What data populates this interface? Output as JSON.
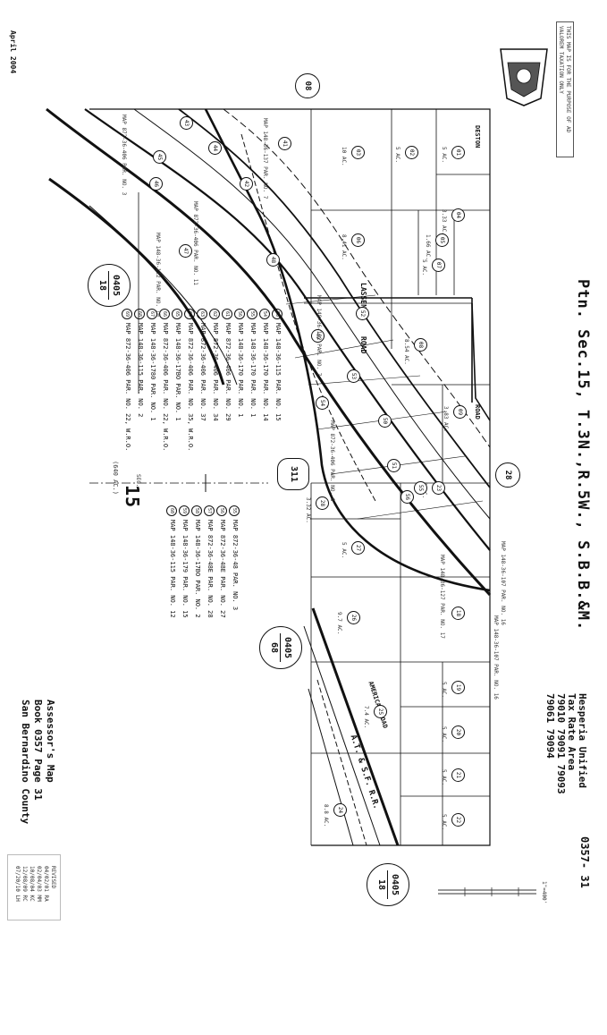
{
  "header": {
    "date": "April 2004",
    "section": "Ptn. Sec.15, T.3N.,R.5W., S.B.B.&M.",
    "district": "Hesperia Unified",
    "tax_rate_area_label": "Tax Rate Area",
    "tax_rate_areas_1": "79010 79091 79093",
    "tax_rate_areas_2": "79061 79094",
    "page_id": "0357- 31",
    "disclaimer": "THIS MAP IS FOR THE PURPOSE OF AD VALOREM TAXATION ONLY"
  },
  "footer": {
    "line1": "Assessor's Map",
    "line2": "Book 0357 Page 31",
    "line3": "San Bernardino County",
    "revised_title": "REVISED",
    "revisions": [
      "04/02/01 RA",
      "02/04/03 MM",
      "10/08/04 KC",
      "12/08/09 RC",
      "07/20/10 LH"
    ],
    "scale": "1\"=400'"
  },
  "books": [
    {
      "top": "0405",
      "bottom": "18",
      "pos": "left"
    },
    {
      "top": "0405",
      "bottom": "68",
      "pos": "middle"
    },
    {
      "top": "0405",
      "bottom": "18",
      "pos": "right"
    }
  ],
  "road_numbers": {
    "a": "08",
    "b": "28",
    "c": "311"
  },
  "streets": {
    "lassen": "LASSEN",
    "road": "ROAD",
    "deston": "DESTON",
    "road2": "ROAD",
    "highway": "AMERICAN ROAD",
    "rail": "A.T. & S.F. R.R."
  },
  "section_mark": {
    "label": "SEC.",
    "num": "15",
    "acreage": "(640 AC.)"
  },
  "parcels": [
    {
      "n": "01",
      "ac": "5 AC."
    },
    {
      "n": "02",
      "ac": "5 AC."
    },
    {
      "n": "03",
      "ac": "10 AC."
    },
    {
      "n": "04",
      "ac": "3.33 AC."
    },
    {
      "n": "05",
      "ac": "1.66 AC."
    },
    {
      "n": "06",
      "ac": "8.41 AC."
    },
    {
      "n": "07",
      "ac": "5 AC."
    },
    {
      "n": "08",
      "ac": "8.54 AC."
    },
    {
      "n": "09",
      "ac": "3.83 AC."
    },
    {
      "n": "18",
      "ac": ""
    },
    {
      "n": "19",
      "ac": "5 AC."
    },
    {
      "n": "20",
      "ac": "5 AC."
    },
    {
      "n": "21",
      "ac": "5 AC."
    },
    {
      "n": "22",
      "ac": "5 AC."
    },
    {
      "n": "23",
      "ac": "5 AC."
    },
    {
      "n": "24",
      "ac": "8.8 AC."
    },
    {
      "n": "25",
      "ac": "7.4 AC."
    },
    {
      "n": "26",
      "ac": "9.7 AC."
    },
    {
      "n": "27",
      "ac": "5 AC."
    },
    {
      "n": "28",
      "ac": "3.32 AC."
    },
    {
      "n": "41",
      "ac": ""
    },
    {
      "n": "42",
      "ac": ""
    },
    {
      "n": "43",
      "ac": ""
    },
    {
      "n": "44",
      "ac": ""
    },
    {
      "n": "45",
      "ac": ""
    },
    {
      "n": "46",
      "ac": ""
    },
    {
      "n": "47",
      "ac": ""
    },
    {
      "n": "48",
      "ac": ""
    },
    {
      "n": "49",
      "ac": ""
    },
    {
      "n": "50",
      "ac": ""
    },
    {
      "n": "51",
      "ac": ""
    },
    {
      "n": "52",
      "ac": ""
    },
    {
      "n": "53",
      "ac": ""
    },
    {
      "n": "54",
      "ac": ""
    },
    {
      "n": "55",
      "ac": ""
    },
    {
      "n": "56",
      "ac": ""
    }
  ],
  "legend_left": [
    {
      "n": "53",
      "t": "MAP 148-36-115 PAR. NO. 15"
    },
    {
      "n": "54",
      "t": "MAP 148-36-170 PAR. NO. 14"
    },
    {
      "n": "55",
      "t": "MAP 148-36-170 PAR. NO. 1"
    },
    {
      "n": "56",
      "t": "MAP 148-36-170 PAR. NO. 1"
    },
    {
      "n": "61",
      "t": "MAP 872-36-406 PAR. NO. 29"
    },
    {
      "n": "62",
      "t": "MAP 872-36-406 PAR. NO. 34"
    },
    {
      "n": "63",
      "t": "MAP 872-36-406 PAR. NO. 37"
    },
    {
      "n": "64",
      "t": "MAP 872-36-406 PAR. NO. 35, W.R.O."
    },
    {
      "n": "65",
      "t": "MAP 148-36-17BO PAR. NO. 1"
    },
    {
      "n": "66",
      "t": "MAP 872-36-406 PAR. NO. 22, W.R.O."
    },
    {
      "n": "67",
      "t": "MAP 148-36-1780 PAR. NO. 1"
    },
    {
      "n": "68",
      "t": "MAP 148-36-115 PAR. NO. 2"
    },
    {
      "n": "69",
      "t": "MAP 872-36-406 PAR. NO. 22, W.R.O."
    }
  ],
  "legend_right": [
    {
      "n": "55",
      "t": "MAP 872-36-48 PAR. NO. 3"
    },
    {
      "n": "56",
      "t": "MAP 872-36-48E PAR. NO. 27"
    },
    {
      "n": "57",
      "t": "MAP 872-36-48E PAR. NO. 28"
    },
    {
      "n": "58",
      "t": "MAP 148-36-17BO PAR. NO. 2"
    },
    {
      "n": "59",
      "t": "MAP 148-36-179 PAR. NO. 15"
    },
    {
      "n": "60",
      "t": "MAP 148-36-115 PAR. NO. 12"
    }
  ],
  "map_labels": {
    "m1": "MAP 148-36-107 PAR. NO. 16",
    "m2": "MAP 148-36-127 PAR. NO. 17",
    "m3": "MAP 148-36-137 PAR. NO. 7",
    "m4": "MAP 148-36-122 PAR. NO. 10",
    "m5": "MAP 872-36-406 PAR. NO. 11",
    "m6": "MAP 872-36-406 PAR. NO. 3",
    "m7": "MAP 872-36-406 PAR. NO. 8",
    "m8": "MAP 148-36-122 PAR. NO. 7",
    "m9": "MAP 148-36-107 PAR. NO. 16"
  }
}
